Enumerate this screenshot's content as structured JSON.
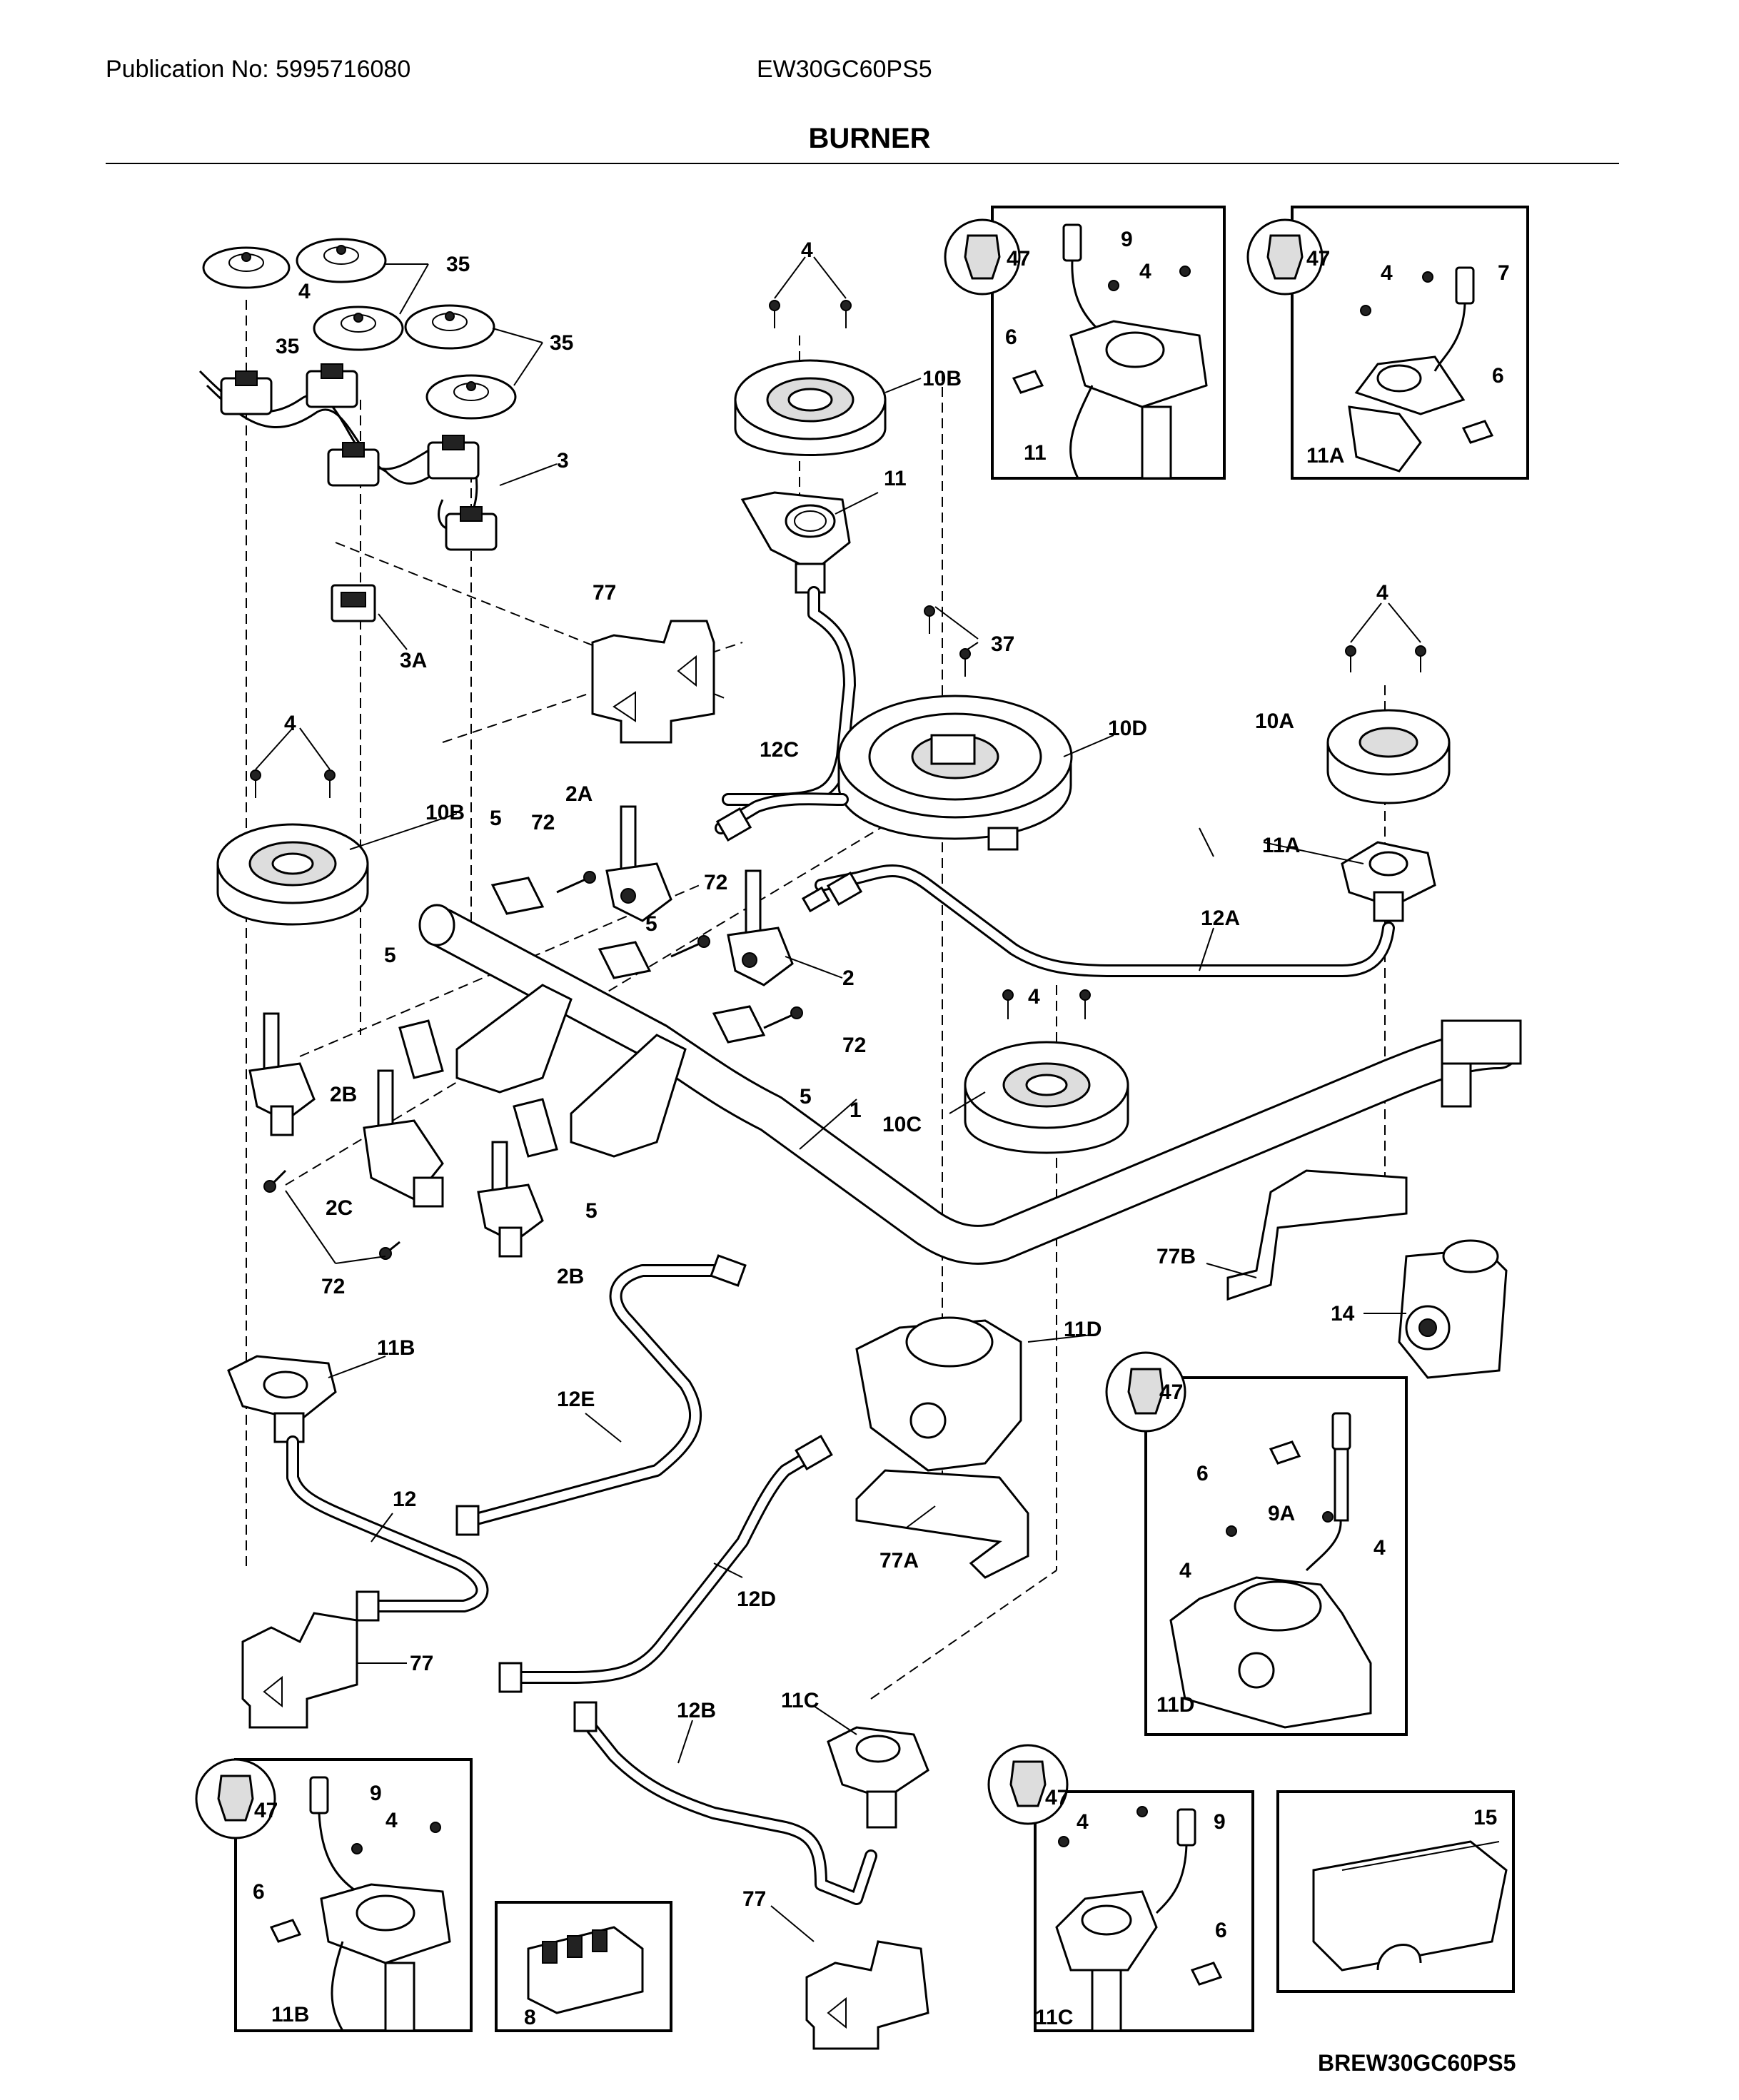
{
  "header": {
    "publication": "Publication No: 5995716080",
    "model": "EW30GC60PS5",
    "title": "BURNER"
  },
  "footer": {
    "diagram_code": "BREW30GC60PS5"
  },
  "callouts": {
    "c35a": "35",
    "c35b": "35",
    "c35c": "35",
    "c3": "3",
    "c3A": "3A",
    "c4a": "4",
    "c4b": "4",
    "c4c": "4",
    "c4d": "4",
    "c10B_top": "10B",
    "c11_top": "11",
    "c77_top": "77",
    "c37": "37",
    "c10D": "10D",
    "c10A": "10A",
    "c11A": "11A",
    "c12A": "12A",
    "c12C": "12C",
    "c2A": "2A",
    "c10B_left": "10B",
    "c5a": "5",
    "c72a": "72",
    "c72b": "72",
    "c2": "2",
    "c5b": "5",
    "c5c": "5",
    "c72c": "72",
    "c5d": "5",
    "c5e": "5",
    "c10C": "10C",
    "c1": "1",
    "c2B_a": "2B",
    "c2C": "2C",
    "c2B_b": "2B",
    "c72d": "72",
    "c77B": "77B",
    "c14": "14",
    "c11B": "11B",
    "c12E": "12E",
    "c11D": "11D",
    "c12": "12",
    "c77A": "77A",
    "c12D": "12D",
    "c77_mid": "77",
    "c12B": "12B",
    "c11C": "11C",
    "c77_bottom": "77"
  },
  "insets": {
    "top_11": {
      "c47": "47",
      "c9": "9",
      "c4": "4",
      "c6": "6",
      "c11": "11"
    },
    "top_11A": {
      "c47": "47",
      "c4": "4",
      "c7": "7",
      "c6": "6",
      "c11A": "11A"
    },
    "mid_11D": {
      "c47": "47",
      "c6": "6",
      "c9A": "9A",
      "c4a": "4",
      "c4b": "4",
      "c11D": "11D"
    },
    "bottom_11B": {
      "c47": "47",
      "c9": "9",
      "c4": "4",
      "c6": "6",
      "c11B": "11B"
    },
    "bottom_8": {
      "c8": "8"
    },
    "bottom_11C": {
      "c47": "47",
      "c4": "4",
      "c9": "9",
      "c6": "6",
      "c11C": "11C"
    },
    "bottom_15": {
      "c15": "15"
    }
  }
}
